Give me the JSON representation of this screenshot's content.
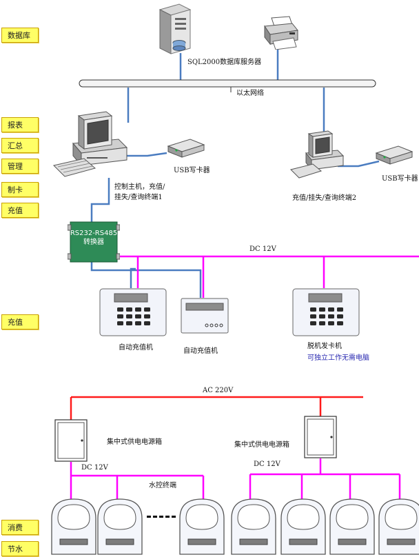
{
  "sidebar": {
    "database": "数据库",
    "report": "报表",
    "summary": "汇总",
    "manage": "管理",
    "make_card": "制卡",
    "recharge_top": "充值",
    "recharge_mid": "充值",
    "consume": "消费",
    "water_saving": "节水"
  },
  "labels": {
    "sql_server": "SQL2000数据库服务器",
    "ethernet": "以太网络",
    "usb_writer_1": "USB写卡器",
    "usb_writer_2": "USB写卡器",
    "host_line1": "控制主机，充值/",
    "host_line2": "挂失/查询终端1",
    "terminal2": "充值/挂失/查询终端2",
    "converter_line1": "RS232-RS485",
    "converter_line2": "转换器",
    "dc_top": "DC 12V",
    "auto_recharge_1": "自动充值机",
    "auto_recharge_2": "自动充值机",
    "offline_issuer": "脱机发卡机",
    "offline_note": "可独立工作无需电脑",
    "ac": "AC 220V",
    "power_box_1": "集中式供电电源箱",
    "power_box_2": "集中式供电电源箱",
    "dc_left": "DC 12V",
    "dc_right": "DC 12V",
    "water_terminal": "水控终端"
  },
  "colors": {
    "network_line": "#4a7cc0",
    "dc_line": "#ff00ff",
    "ac_line": "#ff1a1a",
    "converter": "#2e8b57",
    "sidebar_bg": "#ffff66",
    "note_text": "#2828b0"
  },
  "icons": {
    "server": "server-tower-icon",
    "printer": "printer-icon",
    "computer": "desktop-computer-icon",
    "usb_writer": "usb-card-writer-icon",
    "keypad": "keypad-terminal-icon",
    "power_box": "power-box-icon",
    "meter": "water-control-meter-icon"
  }
}
